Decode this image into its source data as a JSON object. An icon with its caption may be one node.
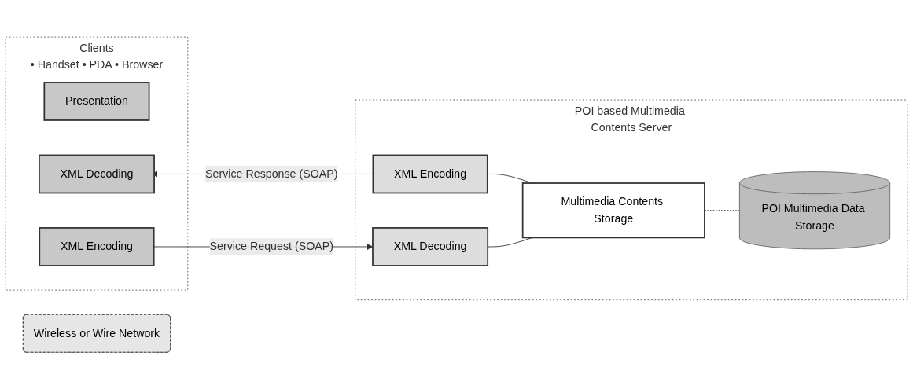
{
  "diagram": {
    "nodes": [
      {
        "text": [
          "Clients",
          "• Handset • PDA • Browser"
        ]
      },
      {
        "text": [
          "Presentation"
        ],
        "in": 0
      },
      {
        "text": [
          "XML Decoding"
        ],
        "in": 0
      },
      {
        "text": [
          "XML Encoding"
        ],
        "in": 0
      },
      {
        "text": [
          "Wireless or Wire Network"
        ]
      },
      {
        "text": [
          "POI based Multimedia Contents Server"
        ]
      },
      {
        "text": [
          "XML Encoding"
        ],
        "in": 5
      },
      {
        "text": [
          "XML Decoding"
        ],
        "in": 5
      },
      {
        "text": [
          "Multimedia Contents Storage"
        ],
        "in": 5
      },
      {
        "text": [
          "POI Multimedia Data Storage"
        ],
        "in": 5
      }
    ],
    "edges": [
      {
        "from": 6,
        "to": 2,
        "arrow": "to",
        "label": "Service Response (SOAP)"
      },
      {
        "from": 3,
        "to": 7,
        "arrow": "to",
        "label": "Service Request (SOAP)"
      },
      {
        "from": 8,
        "to": 6,
        "arrow": "none"
      },
      {
        "from": 8,
        "to": 7,
        "arrow": "none"
      },
      {
        "from": 8,
        "to": 9,
        "arrow": "none",
        "style": "dashed"
      }
    ]
  }
}
